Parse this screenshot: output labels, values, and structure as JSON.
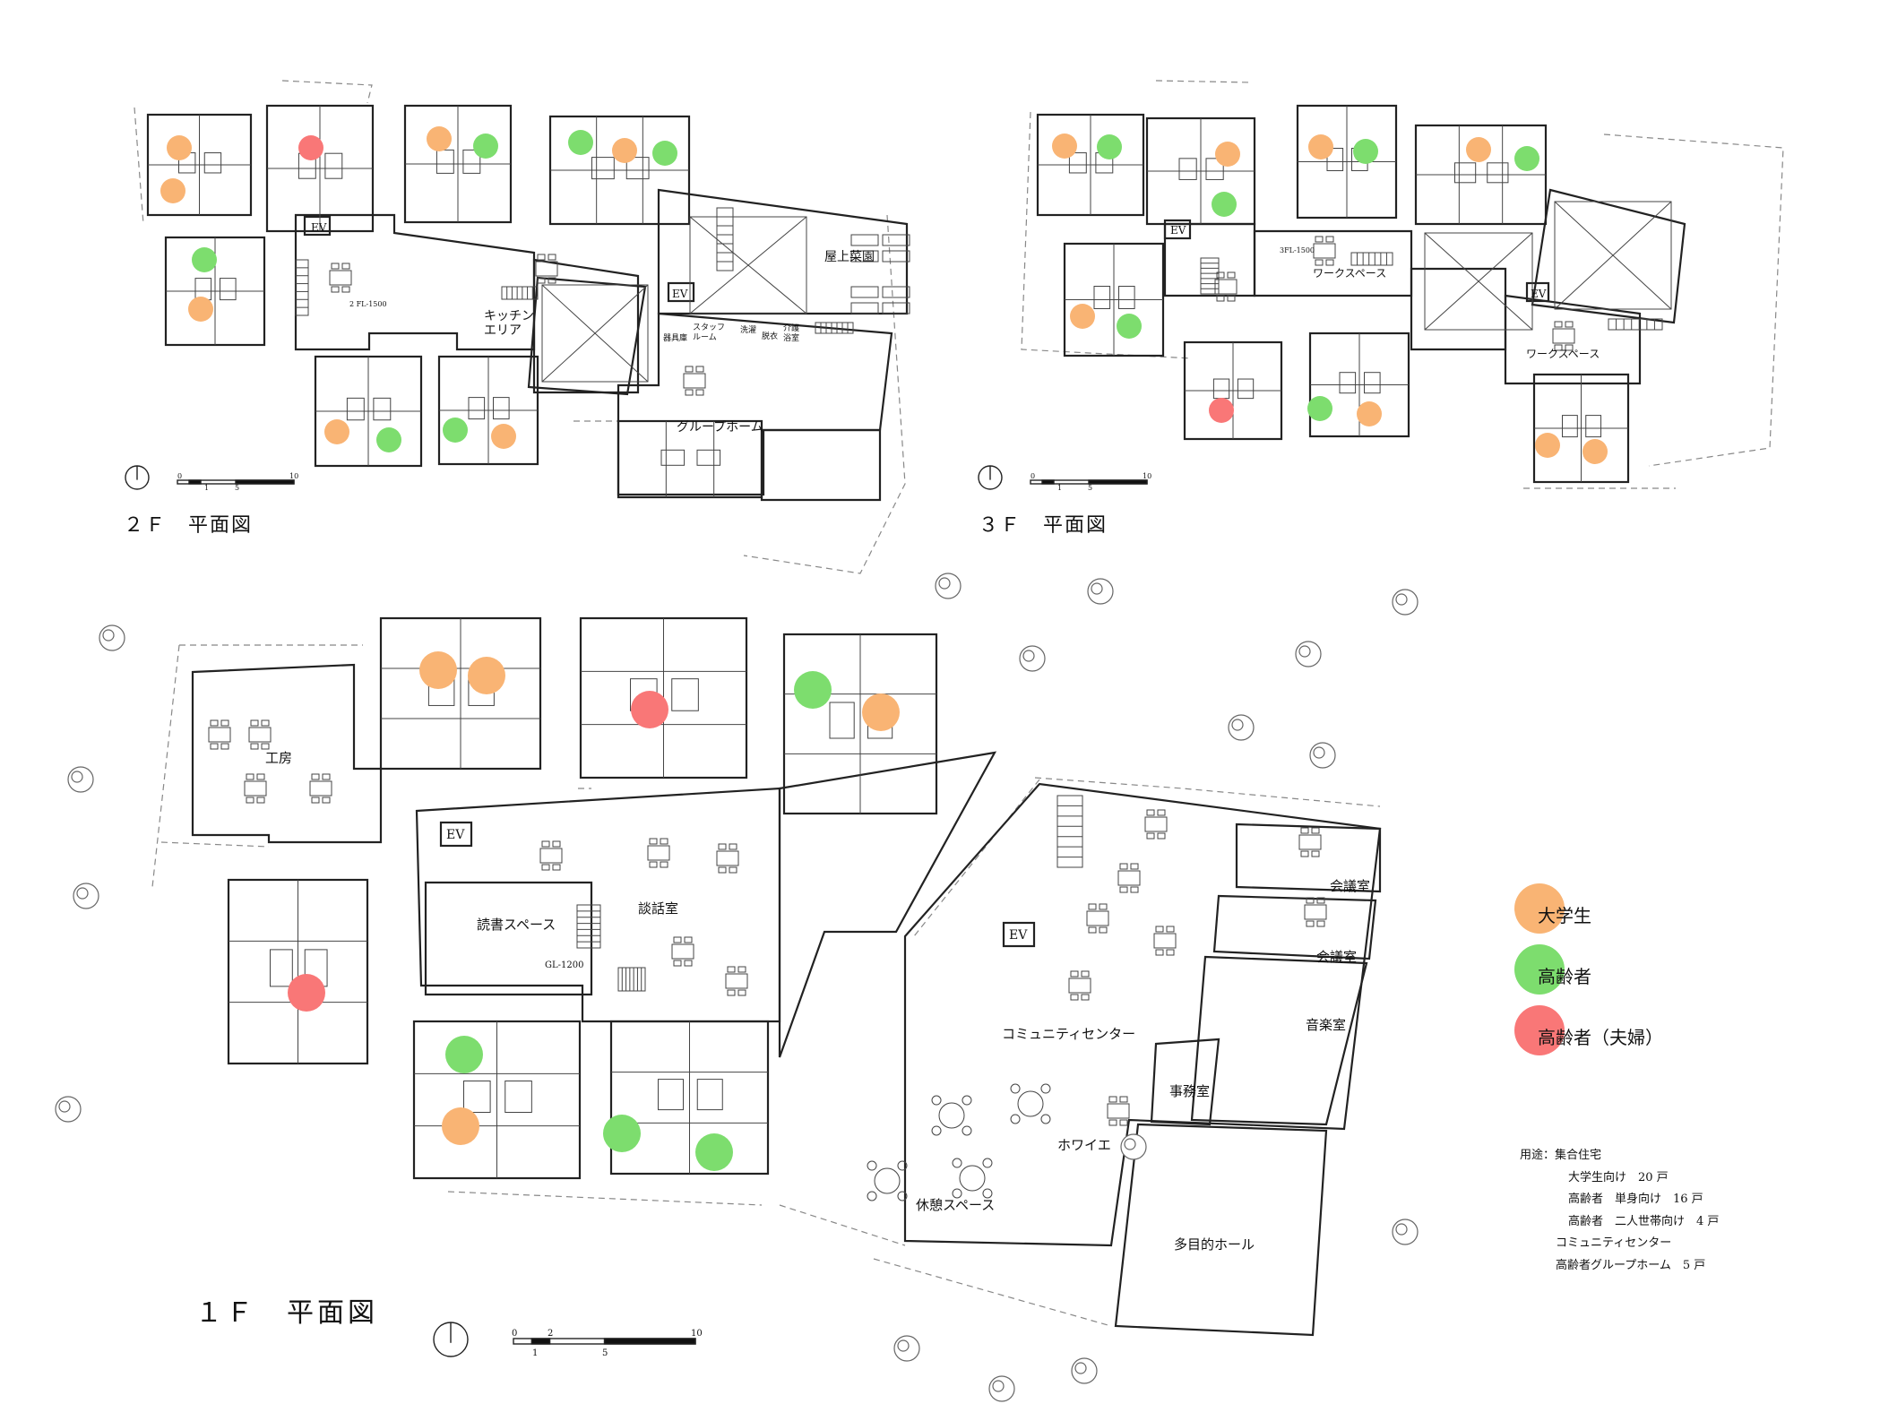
{
  "colors": {
    "student": "#f9b474",
    "elderly": "#7ddd6e",
    "couple": "#f97777",
    "line": "#222222",
    "dash": "#777777"
  },
  "floors": {
    "f2": {
      "title": "２Ｆ　平面図"
    },
    "f3": {
      "title": "３Ｆ　平面図"
    },
    "f1": {
      "title": "１Ｆ　平面図"
    }
  },
  "rooms_2f": {
    "kitchen": "キッチン\nエリア",
    "rooftop_garden": "屋上菜園",
    "staff_room": "スタッフ\nルーム",
    "laundry": "洗濯",
    "dressing": "脱衣",
    "care_bath": "介護\n浴室",
    "storage": "器具庫",
    "group_home": "グループホーム",
    "level": "2 FL-1500"
  },
  "rooms_3f": {
    "workspace_a": "ワークスペース",
    "workspace_b": "ワークスペース",
    "level": "3FL-1500"
  },
  "rooms_1f": {
    "workshop": "工房",
    "reading": "読書スペース",
    "lounge": "談話室",
    "level": "GL-1200",
    "community": "コミュニティセンター",
    "foyer": "ホワイエ",
    "rest": "休憩スペース",
    "office": "事務室",
    "meeting1": "会議室",
    "meeting2": "会議室",
    "music": "音楽室",
    "hall": "多目的ホール"
  },
  "ev_label": "EV",
  "scale_ticks": {
    "small": [
      "0",
      "1",
      "5",
      "10"
    ],
    "large": [
      "0",
      "2",
      "1",
      "5",
      "10"
    ]
  },
  "legend": [
    {
      "label": "大学生",
      "color": "#f9b474"
    },
    {
      "label": "高齢者",
      "color": "#7ddd6e"
    },
    {
      "label": "高齢者（夫婦）",
      "color": "#f97777"
    }
  ],
  "usage": {
    "title": "用途：集合住宅",
    "lines": [
      "大学生向け　20 戸",
      "高齢者　単身向け　16 戸",
      "高齢者　二人世帯向け　4 戸",
      "コミュニティセンター",
      "高齢者グループホーム　5 戸"
    ]
  }
}
